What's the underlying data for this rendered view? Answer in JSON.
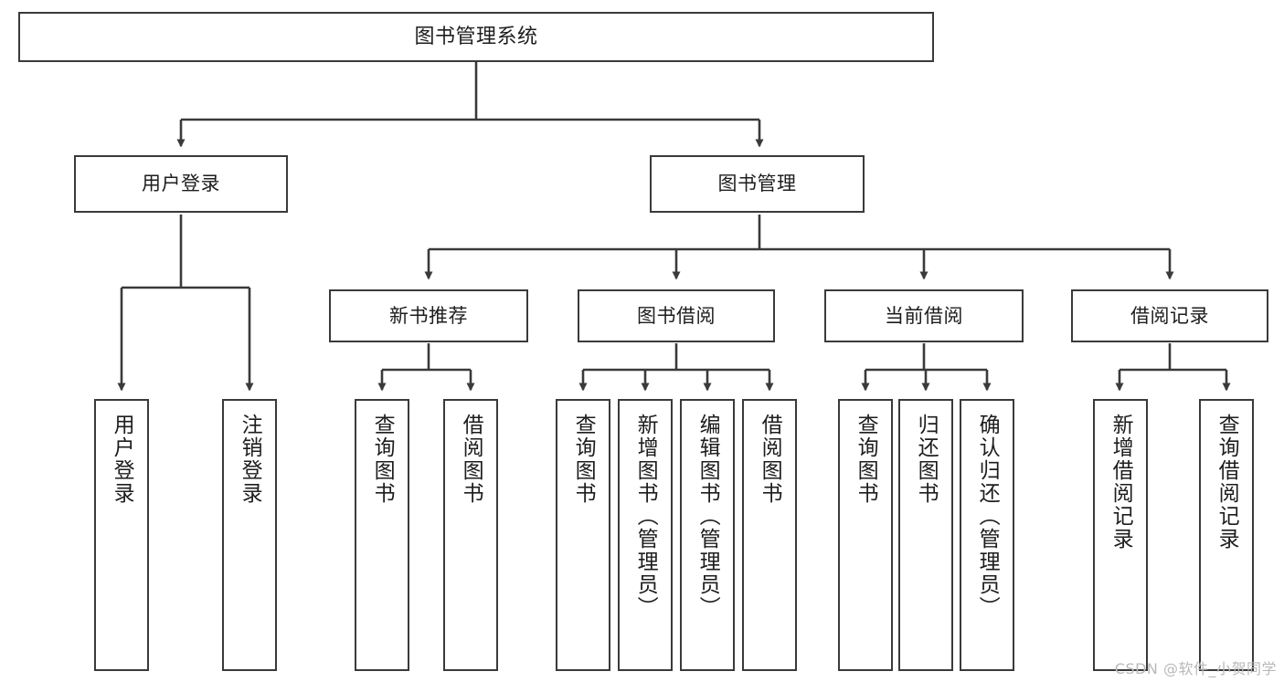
{
  "diagram": {
    "title": "图书管理系统",
    "type": "tree",
    "watermark": "CSDN @软件_小贺同学",
    "colors": {
      "box_border": "#3a3a3a",
      "box_fill": "#ffffff",
      "edge": "#3a3a3a",
      "text": "#1d1d1d",
      "watermark": "#b9b9b9"
    },
    "nodes": {
      "root": {
        "label": "图书管理系统"
      },
      "level1": [
        {
          "id": "user-login",
          "label": "用户登录"
        },
        {
          "id": "book-manage",
          "label": "图书管理"
        }
      ],
      "level2": [
        {
          "id": "new-book-recommend",
          "label": "新书推荐"
        },
        {
          "id": "book-borrow",
          "label": "图书借阅"
        },
        {
          "id": "current-borrow",
          "label": "当前借阅"
        },
        {
          "id": "borrow-record",
          "label": "借阅记录"
        }
      ],
      "leaves": {
        "user_login": [
          {
            "id": "leaf-user-login",
            "label": "用户登录"
          },
          {
            "id": "leaf-logout-login",
            "label": "注销登录"
          }
        ],
        "new_book_recommend": [
          {
            "id": "leaf-query-book-1",
            "label": "查询图书"
          },
          {
            "id": "leaf-borrow-book-1",
            "label": "借阅图书"
          }
        ],
        "book_borrow": [
          {
            "id": "leaf-query-book-2",
            "label": "查询图书"
          },
          {
            "id": "leaf-add-book",
            "label": "新增图书（管理员）"
          },
          {
            "id": "leaf-edit-book",
            "label": "编辑图书（管理员）"
          },
          {
            "id": "leaf-borrow-book-2",
            "label": "借阅图书"
          }
        ],
        "current_borrow": [
          {
            "id": "leaf-query-book-3",
            "label": "查询图书"
          },
          {
            "id": "leaf-return-book",
            "label": "归还图书"
          },
          {
            "id": "leaf-confirm-return",
            "label": "确认归还（管理员）"
          }
        ],
        "borrow_record": [
          {
            "id": "leaf-add-record",
            "label": "新增借阅记录"
          },
          {
            "id": "leaf-query-record",
            "label": "查询借阅记录"
          }
        ]
      }
    }
  }
}
